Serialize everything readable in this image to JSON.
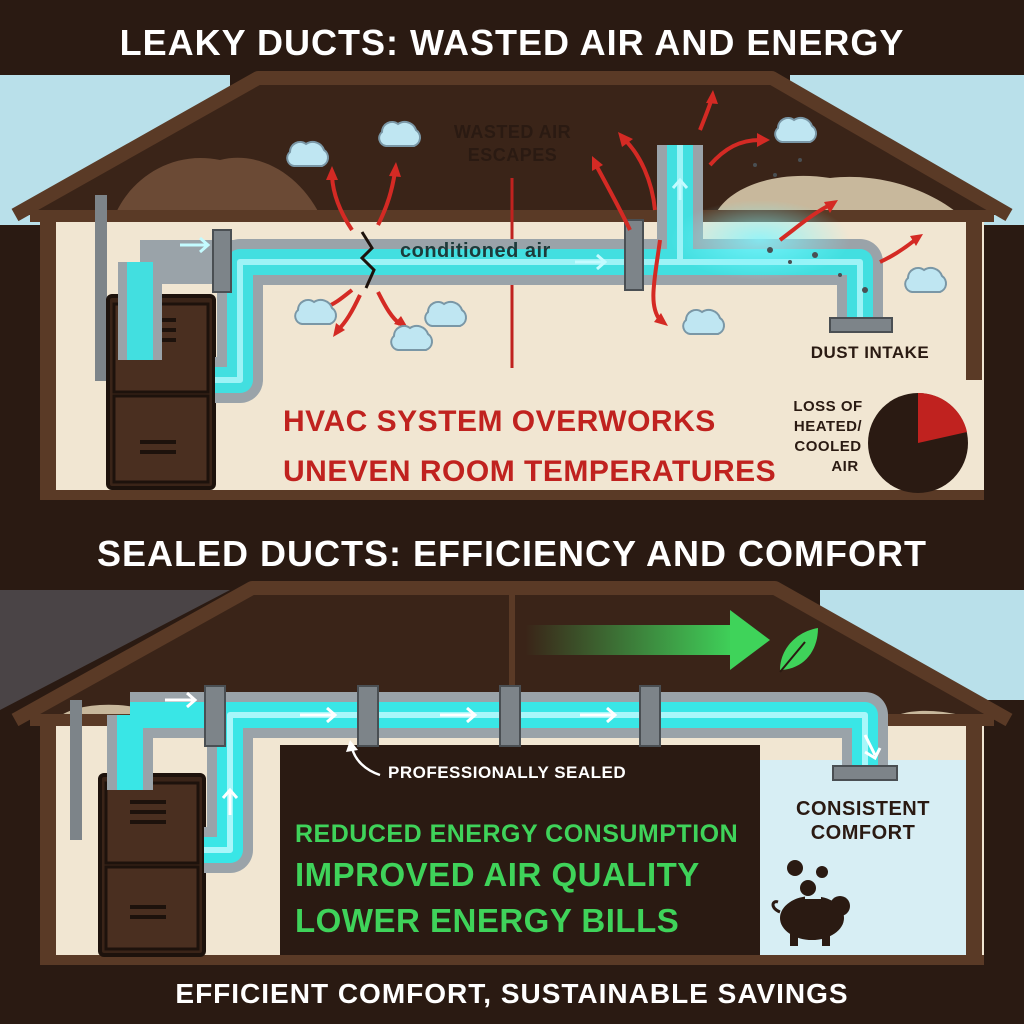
{
  "top": {
    "title": "LEAKY DUCTS: WASTED AIR AND ENERGY",
    "wasted_air_line1": "WASTED AIR",
    "wasted_air_line2": "ESCAPES",
    "conditioned_air": "conditioned air",
    "dust_intake": "DUST INTAKE",
    "overworks": "HVAC SYSTEM OVERWORKS",
    "uneven": "UNEVEN ROOM TEMPERATURES",
    "loss_line1": "LOSS OF",
    "loss_line2": "HEATED/",
    "loss_line3": "COOLED",
    "loss_line4": "AIR"
  },
  "bottom": {
    "title": "SEALED DUCTS: EFFICIENCY AND COMFORT",
    "professionally_sealed": "PROFESSIONALLY SEALED",
    "consistent_line1": "CONSISTENT",
    "consistent_line2": "COMFORT",
    "benefit1": "REDUCED ENERGY CONSUMPTION",
    "benefit2": "IMPROVED AIR QUALITY",
    "benefit3": "LOWER ENERGY BILLS"
  },
  "footer": "EFFICIENT COMFORT, SUSTAINABLE SAVINGS",
  "colors": {
    "roof_brown": "#5a3a26",
    "wall_cream": "#f1e6d2",
    "sky_blue": "#b9e0ea",
    "duct_gray": "#9aa3a9",
    "air_cyan": "#39e6e6",
    "leak_red": "#d42a24",
    "benefit_green": "#3fd35a",
    "dark": "#2a1a12"
  }
}
